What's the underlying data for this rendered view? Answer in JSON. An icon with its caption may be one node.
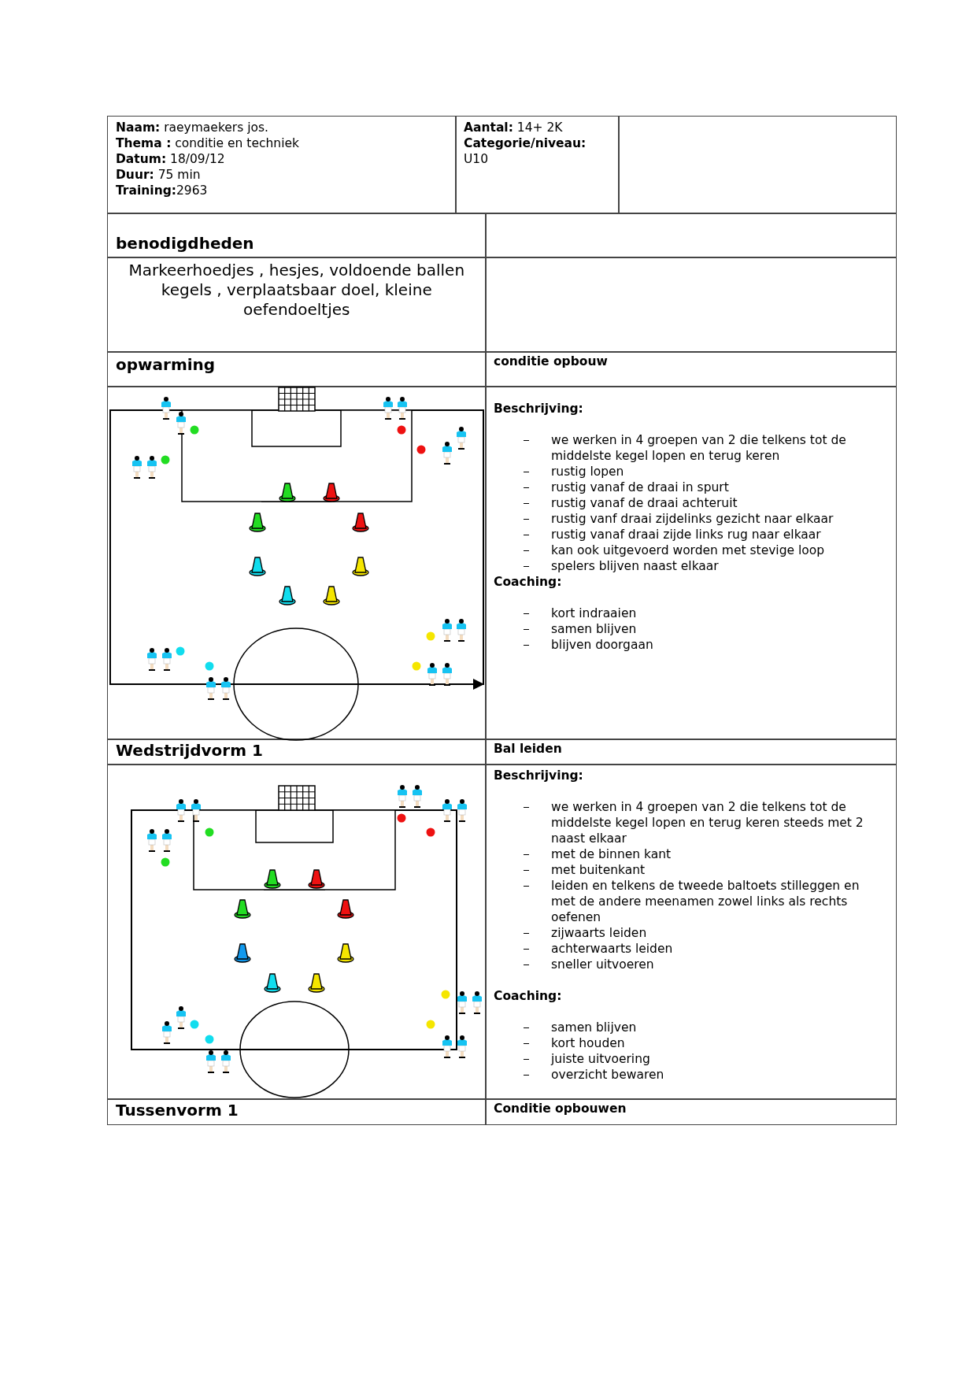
{
  "diagram": {
    "labels": [
      "**Naam:** raeymaekers jos.",
      "**Thema :** conditie en techniek",
      "**Datum:** 18/09/12",
      "**Duur:** 75 min",
      "**Training:**2963",
      "**Aantal:** 14+ 2K",
      "**Categorie/niveau:** U10",
      "benodigdheden",
      "Markeerhoedjes , hesjes, voldoende ballen kegels , verplaatsbaar doel, kleine oefendoeltjes",
      "opwarming",
      "conditie opbouw",
      "Beschrijving:",
      "we werken in 4 groepen van 2 die telkens tot de middelste kegel lopen en terug keren",
      "rustig lopen",
      "rustig vanaf de draai in spurt",
      "rustig vanaf de draai achteruit",
      "rustig vanf draai zijdelinks gezicht naar elkaar",
      "rustig vanaf draai zijde links rug naar elkaar",
      "kan ook uitgevoerd worden met stevige loop",
      "spelers blijven naast elkaar",
      "Coaching:",
      "kort indraaien",
      "samen blijven",
      "blijven doorgaan",
      "Wedstrijdvorm 1",
      "Bal leiden",
      "Beschrijving:",
      "we werken in 4 groepen van 2 die telkens tot de middelste kegel lopen en terug keren steeds met 2 naast elkaar",
      "met de binnen kant",
      "met buitenkant",
      "leiden en telkens de tweede baltoets stilleggen en met de andere meenamen zowel links als rechts oefenen",
      "zijwaarts leiden",
      "achterwaarts leiden",
      "sneller uitvoeren",
      "Coaching:",
      "samen blijven",
      "kort houden",
      "juiste uitvoering",
      "overzicht bewaren",
      "Tussenvorm 1",
      "Conditie opbouwen"
    ]
  }
}
